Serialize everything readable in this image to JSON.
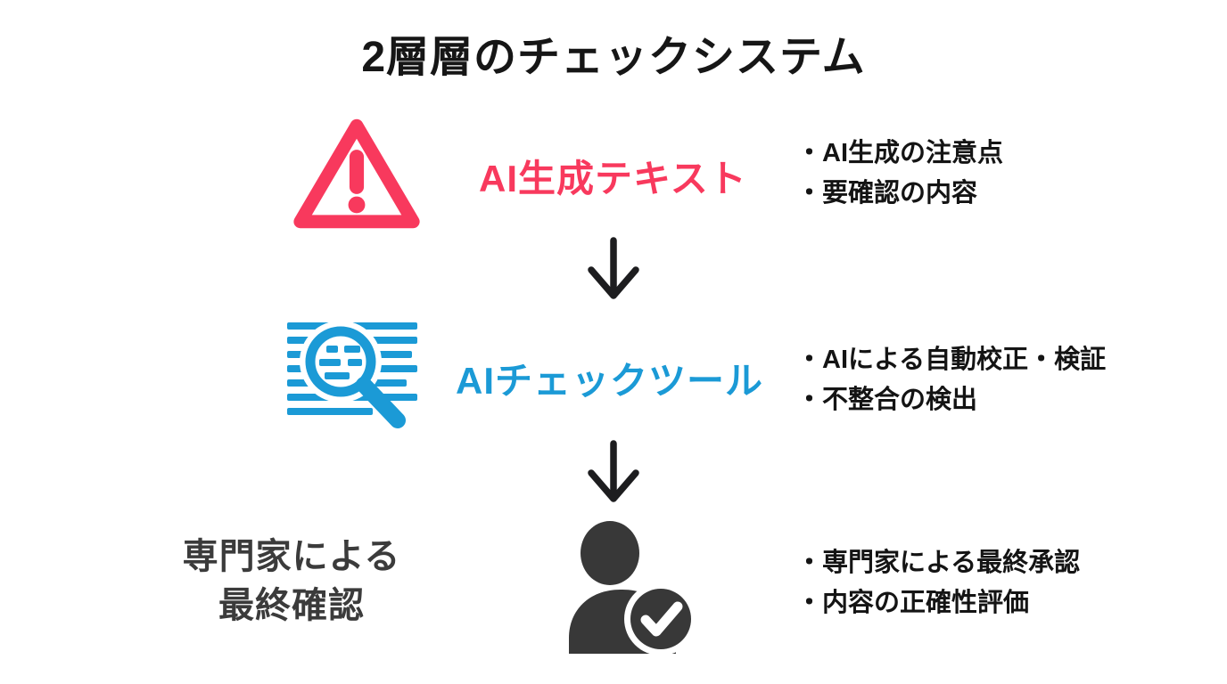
{
  "title": "2層層のチェックシステム",
  "colors": {
    "accent_pink": "#f8395d",
    "accent_blue": "#1b9ad6",
    "dark_gray": "#3b3b3b",
    "text_black": "#141414",
    "arrow_black": "#1d1d1f",
    "background": "#ffffff"
  },
  "steps": [
    {
      "label": "AI生成テキスト",
      "icon": "warning-triangle-icon",
      "bullets": [
        "・AI生成の注意点",
        "・要確認の内容"
      ]
    },
    {
      "label": "AIチェックツール",
      "icon": "text-search-magnifier-icon",
      "bullets": [
        "・AIによる自動校正・検証",
        "・不整合の検出"
      ]
    },
    {
      "label_lines": [
        "専門家による",
        "最終確認"
      ],
      "icon": "person-check-icon",
      "bullets": [
        "・専門家による最終承認",
        "・内容の正確性評価"
      ]
    }
  ]
}
